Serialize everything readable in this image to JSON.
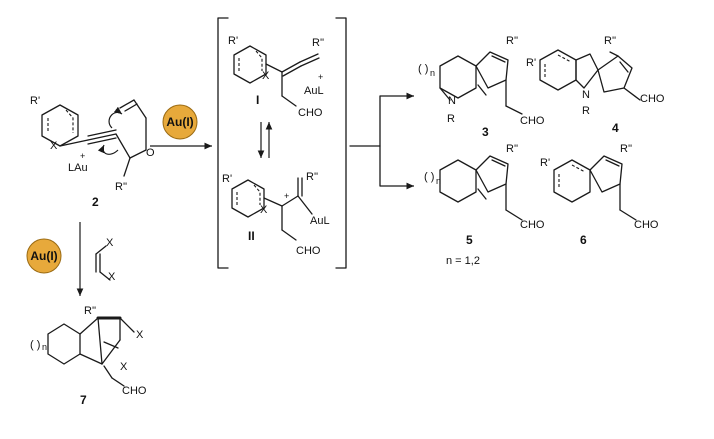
{
  "catalyst": {
    "label": "Au(I)"
  },
  "substituents": {
    "r_prime": "R'",
    "r_dprime": "R''",
    "r": "R"
  },
  "atoms": {
    "x": "X",
    "n": "N",
    "o": "O",
    "lau": "LAu",
    "aul": "AuL",
    "plus": "+",
    "sub_n": "n"
  },
  "groups": {
    "cho": "CHO"
  },
  "reagent": {
    "alkyne_x": "X"
  },
  "intermediates": {
    "one": "I",
    "two": "II"
  },
  "compounds": {
    "c2": "2",
    "c3": "3",
    "c4": "4",
    "c5": "5",
    "c6": "6",
    "c7": "7"
  },
  "note": {
    "n_values": "n = 1,2"
  }
}
